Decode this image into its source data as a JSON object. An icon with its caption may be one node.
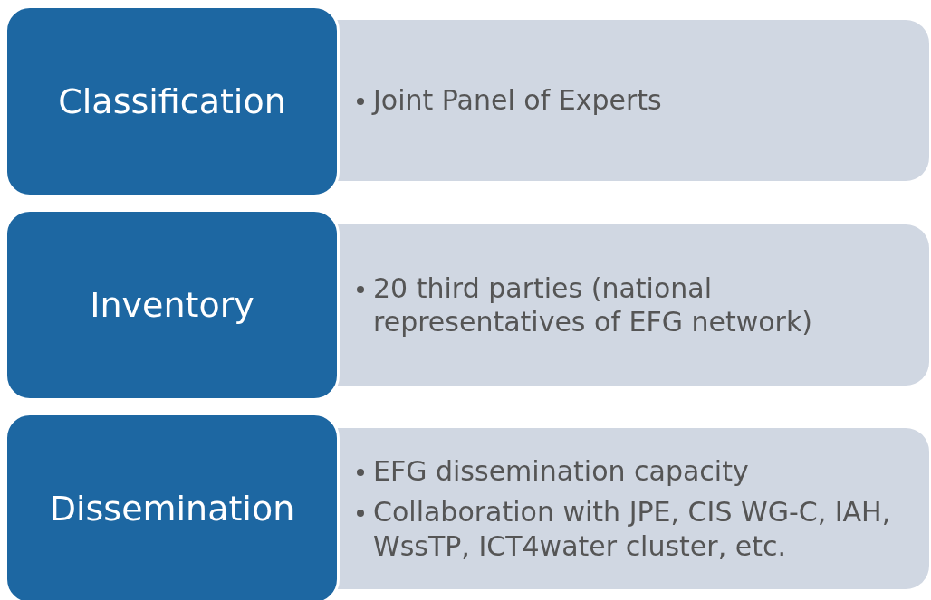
{
  "diagram": {
    "nodes": [
      {
        "text": [
          "Classification"
        ]
      },
      {
        "text": [
          "Joint Panel of Experts"
        ]
      },
      {
        "text": [
          "Inventory"
        ]
      },
      {
        "text": [
          "20 third parties (national representatives of EFG network)"
        ]
      },
      {
        "text": [
          "Dissemination"
        ]
      },
      {
        "text": [
          "EFG dissemination capacity",
          "Collaboration with JPE, CIS WG-C, IAH, WssTP, ICT4water cluster, etc."
        ]
      }
    ]
  }
}
